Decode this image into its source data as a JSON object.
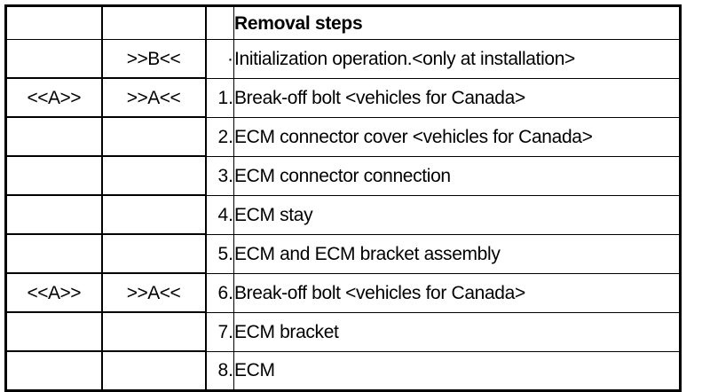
{
  "table": {
    "columns": [
      {
        "key": "marker_a",
        "header": ""
      },
      {
        "key": "marker_b",
        "header": ""
      },
      {
        "key": "number",
        "header": ""
      },
      {
        "key": "description",
        "header": "Removal steps"
      }
    ],
    "header": {
      "marker_a": "",
      "marker_b": "",
      "number": "",
      "description": "Removal steps"
    },
    "rows": [
      {
        "marker_a": "",
        "marker_b": ">>B<<",
        "number": "·",
        "description": "Initialization operation.<only at installation>"
      },
      {
        "marker_a": "<<A>>",
        "marker_b": ">>A<<",
        "number": "1.",
        "description": "Break-off bolt <vehicles for Canada>"
      },
      {
        "marker_a": "",
        "marker_b": "",
        "number": "2.",
        "description": "ECM connector cover <vehicles for Canada>"
      },
      {
        "marker_a": "",
        "marker_b": "",
        "number": "3.",
        "description": "ECM connector connection"
      },
      {
        "marker_a": "",
        "marker_b": "",
        "number": "4.",
        "description": "ECM stay"
      },
      {
        "marker_a": "",
        "marker_b": "",
        "number": "5.",
        "description": "ECM and ECM bracket assembly"
      },
      {
        "marker_a": "<<A>>",
        "marker_b": ">>A<<",
        "number": "6.",
        "description": "Break-off bolt <vehicles for Canada>"
      },
      {
        "marker_a": "",
        "marker_b": "",
        "number": "7.",
        "description": "ECM bracket"
      },
      {
        "marker_a": "",
        "marker_b": "",
        "number": "8.",
        "description": "ECM"
      }
    ]
  },
  "colors": {
    "background": "#ffffff",
    "text": "#000000",
    "border": "#000000"
  }
}
